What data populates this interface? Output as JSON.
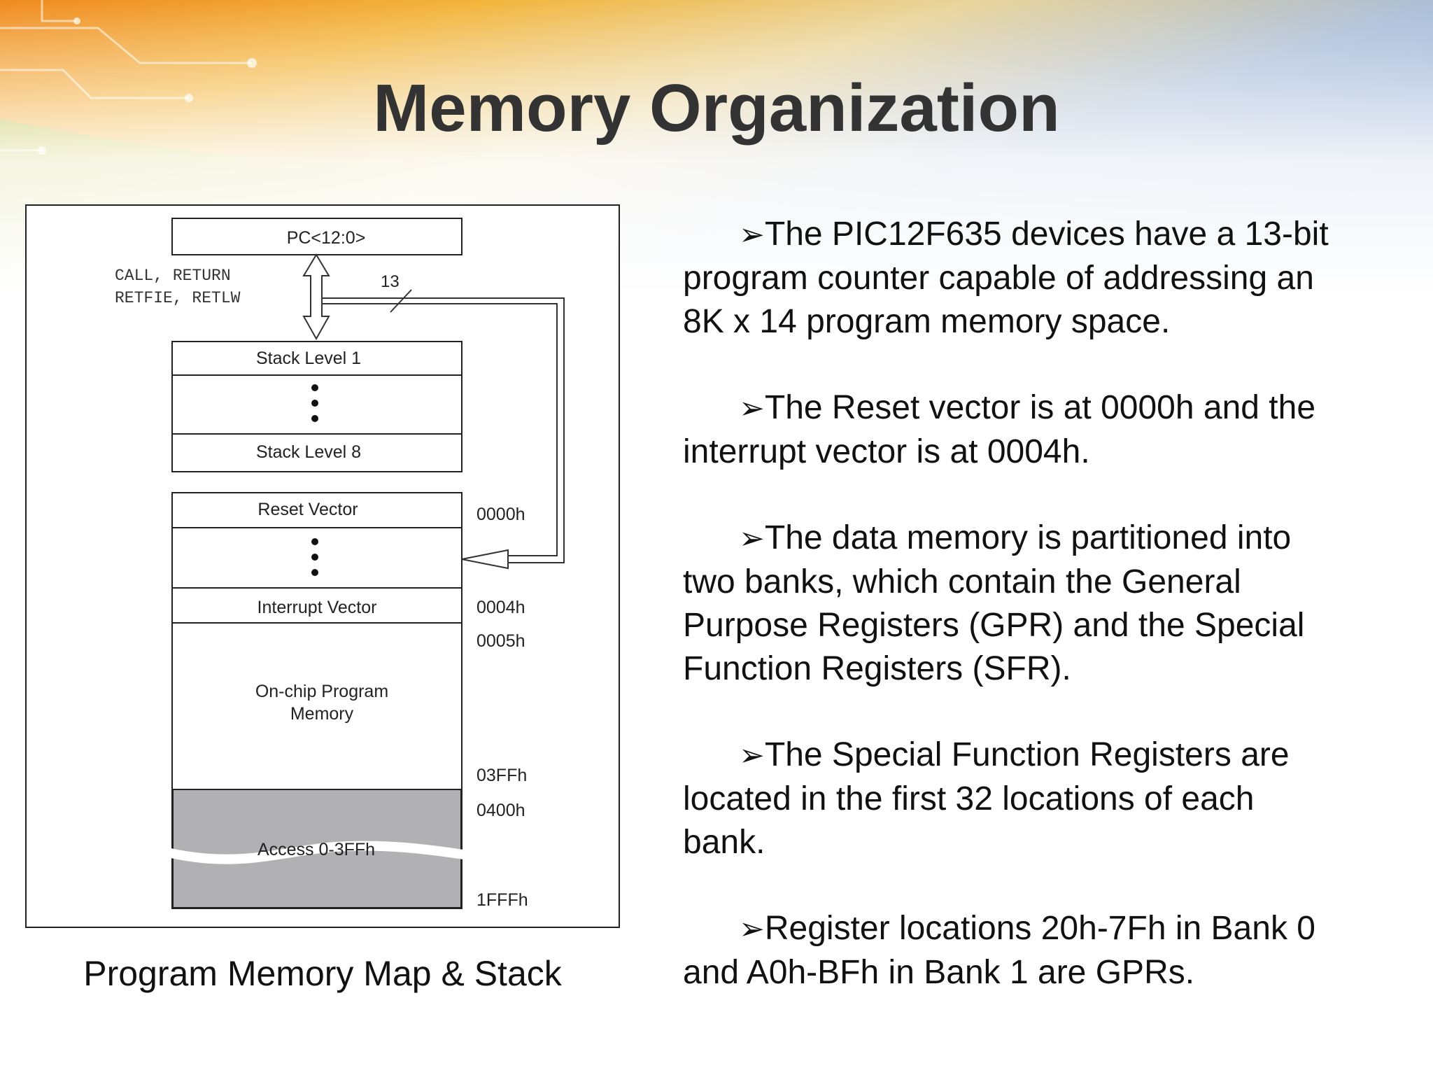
{
  "slide": {
    "title": "Memory Organization",
    "caption": "Program Memory Map & Stack"
  },
  "diagram": {
    "pc_label": "PC<12:0>",
    "call_label_line1": "CALL, RETURN",
    "call_label_line2": "RETFIE, RETLW",
    "bus_width": "13",
    "stack_level_1": "Stack Level 1",
    "stack_level_8": "Stack Level 8",
    "reset_vector": "Reset Vector",
    "interrupt_vector": "Interrupt Vector",
    "onchip_line1": "On-chip Program",
    "onchip_line2": "Memory",
    "access_label": "Access 0-3FFh",
    "addresses": [
      "0000h",
      "0004h",
      "0005h",
      "03FFh",
      "0400h",
      "1FFFh"
    ],
    "shaded_color": "#b1b1b3"
  },
  "bullets": [
    {
      "line1": "The PIC12F635 devices have a 13-bit",
      "line2": "program counter capable of addressing an",
      "line3": "8K x 14 program memory space."
    },
    {
      "line1": "The Reset vector is at 0000h and the",
      "line2": "interrupt vector is at 0004h."
    },
    {
      "line1": "The data memory is partitioned into",
      "line2": "two banks, which contain the General",
      "line3": "Purpose Registers (GPR) and the Special",
      "line4": "Function Registers (SFR)."
    },
    {
      "line1": "The Special Function Registers are",
      "line2": "located in the first 32 locations of each",
      "line3": "bank."
    },
    {
      "line1": "Register locations 20h-7Fh in Bank 0",
      "line2": "and A0h-BFh in Bank 1 are GPRs."
    }
  ],
  "bullet_glyph": "➢"
}
